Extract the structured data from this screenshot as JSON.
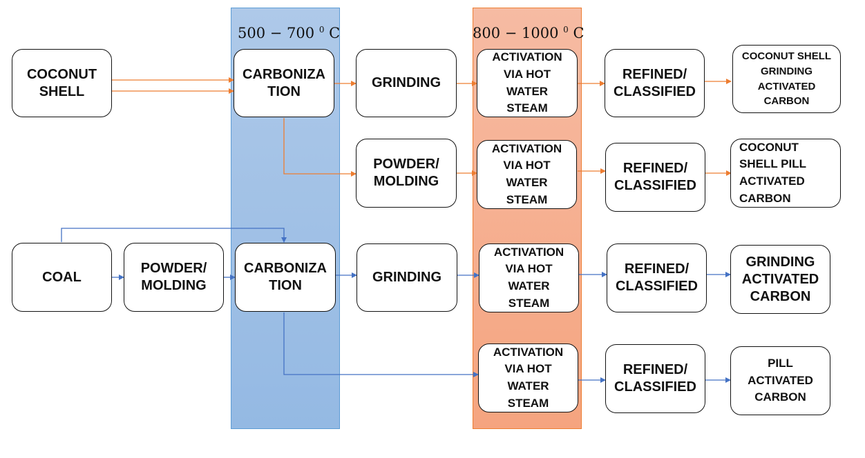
{
  "zones": {
    "carbonization_temp": {
      "value": "500 − 700",
      "sup": "0",
      "unit": " C",
      "color": "#9dbfe6"
    },
    "activation_temp": {
      "value": "800 − 1000",
      "sup": "0",
      "unit": " C",
      "color": "#f5ad8d"
    }
  },
  "colors": {
    "coconut_flow": "#ed7d31",
    "coal_flow": "#4472c4"
  },
  "row1": {
    "source": "COCONUT\nSHELL",
    "carbonization": "CARBONIZA\nTION",
    "grinding": "GRINDING",
    "activation": "ACTIVATION\nVIA HOT\nWATER\nSTEAM",
    "refined": "REFINED/\nCLASSIFIED",
    "product": "COCONUT SHELL\nGRINDING\nACTIVATED\nCARBON"
  },
  "row2": {
    "powder": "POWDER/\nMOLDING",
    "activation": "ACTIVATION\nVIA HOT\nWATER\nSTEAM",
    "refined": "REFINED/\nCLASSIFIED",
    "product": "COCONUT\nSHELL PILL\nACTIVATED\nCARBON"
  },
  "row3": {
    "source": "COAL",
    "powder": "POWDER/\nMOLDING",
    "carbonization": "CARBONIZA\nTION",
    "grinding": "GRINDING",
    "activation": "ACTIVATION\nVIA HOT\nWATER\nSTEAM",
    "refined": "REFINED/\nCLASSIFIED",
    "product": "GRINDING\nACTIVATED\nCARBON"
  },
  "row4": {
    "activation": "ACTIVATION\nVIA HOT\nWATER\nSTEAM",
    "refined": "REFINED/\nCLASSIFIED",
    "product": "PILL\nACTIVATED\nCARBON"
  }
}
